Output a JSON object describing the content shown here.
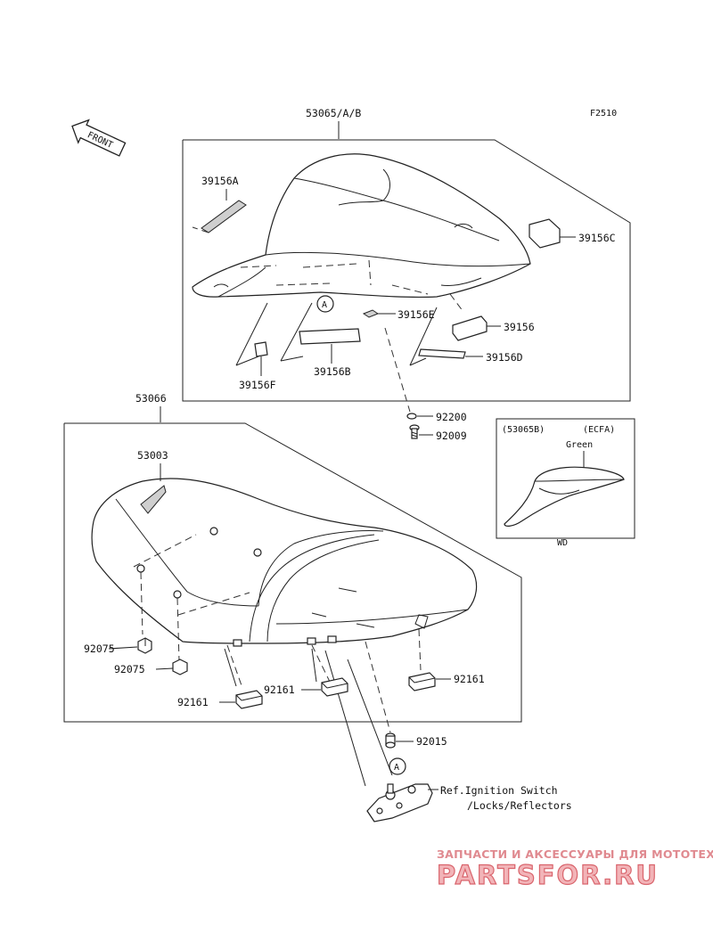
{
  "figure_code": "F2510",
  "front_arrow": "FRONT",
  "labels": {
    "p53065": "53065/A/B",
    "p39156A": "39156A",
    "p39156C": "39156C",
    "p39156E": "39156E",
    "p39156": "39156",
    "p39156B": "39156B",
    "p39156D": "39156D",
    "p39156F": "39156F",
    "p92200": "92200",
    "p92009": "92009",
    "p53066": "53066",
    "p53003": "53003",
    "p92075a": "92075",
    "p92075b": "92075",
    "p92161a": "92161",
    "p92161b": "92161",
    "p92161c": "92161",
    "p92015": "92015",
    "ref_line1": "Ref.Ignition Switch",
    "ref_line2": "/Locks/Reflectors",
    "callout_a1": "A",
    "callout_a2": "A"
  },
  "inset": {
    "variant": "(53065B)",
    "region": "(ECFA)",
    "color": "Green",
    "caption": "WD"
  },
  "watermark": {
    "tagline": "ЗАПЧАСТИ И АКСЕССУАРЫ ДЛЯ МОТОТЕХНИКИ",
    "brand": "PARTSFOR.RU"
  }
}
